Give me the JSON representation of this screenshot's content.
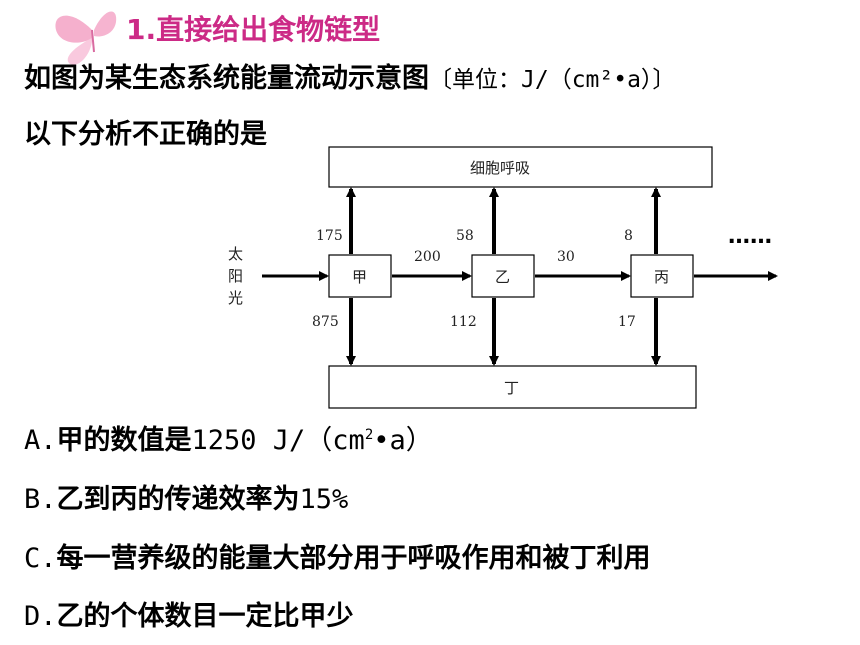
{
  "title": "1.直接给出食物链型",
  "question": {
    "line1": "如图为某生态系统能量流动示意图",
    "unit": "〔单位：J/（cm²•a）〕",
    "line2": "以下分析不正确的是"
  },
  "diagram": {
    "respiration_box": "细胞呼吸",
    "decomposer_box": "丁",
    "sunlight": [
      "太",
      "阳",
      "光"
    ],
    "nodes": [
      "甲",
      "乙",
      "丙"
    ],
    "up_values": [
      "175",
      "58",
      "8"
    ],
    "down_values": [
      "875",
      "112",
      "17"
    ],
    "flow_values": [
      "200",
      "30"
    ],
    "ellipsis": "……"
  },
  "options": {
    "a_letter": "A.",
    "a_text1": "甲的数值是",
    "a_text2": "1250 J/（cm",
    "a_sup": "2",
    "a_text3": "•a）",
    "b_letter": "B.",
    "b_text1": "乙到丙的传递效率为",
    "b_text2": "15%",
    "c_letter": "C.",
    "c_text": "每一营养级的能量大部分用于呼吸作用和被丁利用",
    "d_letter": "D.",
    "d_text": "乙的个体数目一定比甲少"
  },
  "colors": {
    "heading": "#cc2a86",
    "butterfly": "#f4a7c8"
  }
}
